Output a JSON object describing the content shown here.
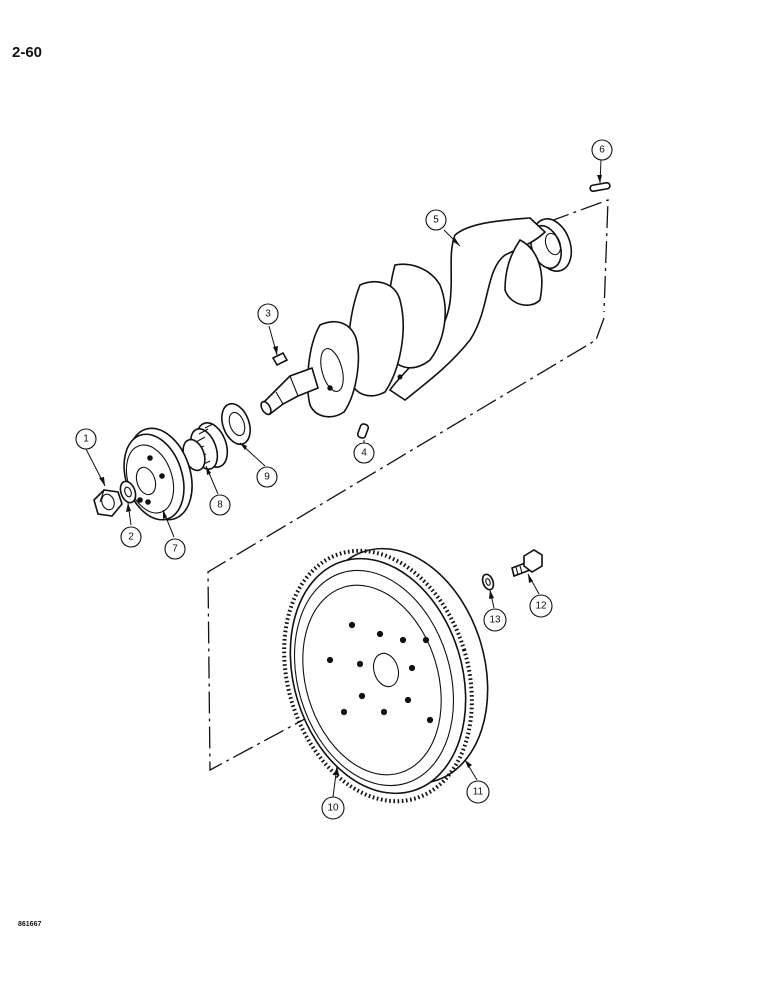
{
  "page": {
    "number": "2-60",
    "figure_code": "861667"
  },
  "callouts": [
    "1",
    "2",
    "3",
    "4",
    "5",
    "6",
    "7",
    "8",
    "9",
    "10",
    "11",
    "12",
    "13"
  ]
}
